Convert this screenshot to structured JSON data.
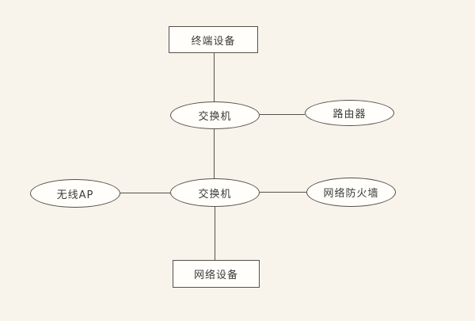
{
  "diagram": {
    "title": "network-topology-diagram",
    "colors": {
      "background": "#f8f4ec",
      "node_fill": "#fffefa",
      "stroke": "#555149",
      "text": "#3b3b3b"
    },
    "nodes": {
      "terminal_device": {
        "label": "终端设备",
        "shape": "rectangle"
      },
      "switch_top": {
        "label": "交换机",
        "shape": "ellipse"
      },
      "router": {
        "label": "路由器",
        "shape": "ellipse"
      },
      "wireless_ap": {
        "label": "无线AP",
        "shape": "ellipse"
      },
      "switch_center": {
        "label": "交换机",
        "shape": "ellipse"
      },
      "firewall": {
        "label": "网络防火墙",
        "shape": "ellipse"
      },
      "network_device": {
        "label": "网络设备",
        "shape": "rectangle"
      }
    },
    "edges": [
      {
        "from": "terminal_device",
        "to": "switch_top",
        "direction": "vertical"
      },
      {
        "from": "switch_top",
        "to": "router",
        "direction": "horizontal"
      },
      {
        "from": "switch_top",
        "to": "switch_center",
        "direction": "vertical"
      },
      {
        "from": "wireless_ap",
        "to": "switch_center",
        "direction": "horizontal"
      },
      {
        "from": "switch_center",
        "to": "firewall",
        "direction": "horizontal"
      },
      {
        "from": "switch_center",
        "to": "network_device",
        "direction": "vertical"
      }
    ]
  }
}
